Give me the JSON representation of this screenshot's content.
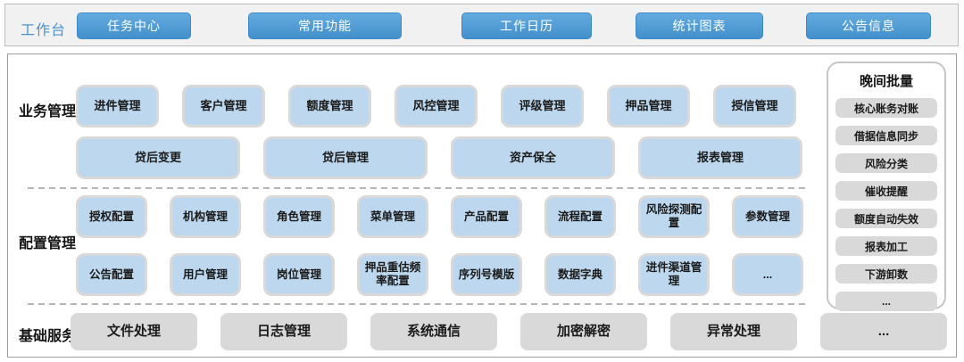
{
  "colors": {
    "accent_blue": "#4a93ce",
    "button_blue": "#4d9bd4",
    "chip_blue": "#bdd7ee",
    "chip_gray": "#d9d9d9"
  },
  "workbench": {
    "label": "工作台",
    "buttons": [
      "任务中心",
      "常用功能",
      "工作日历",
      "统计图表",
      "公告信息"
    ]
  },
  "sections": {
    "business": {
      "label": "业务管理",
      "row1": [
        "进件管理",
        "客户管理",
        "额度管理",
        "风控管理",
        "评级管理",
        "押品管理",
        "授信管理"
      ],
      "row2": [
        "贷后变更",
        "贷后管理",
        "资产保全",
        "报表管理"
      ]
    },
    "config": {
      "label": "配置管理",
      "row1": [
        "授权配置",
        "机构管理",
        "角色管理",
        "菜单管理",
        "产品配置",
        "流程配置",
        "风险探测配置",
        "参数管理"
      ],
      "row2": [
        "公告配置",
        "用户管理",
        "岗位管理",
        "押品重估频率配置",
        "序列号模版",
        "数据字典",
        "进件渠道管理",
        "..."
      ]
    },
    "base": {
      "label": "基础服务",
      "items": [
        "文件处理",
        "日志管理",
        "系统通信",
        "加密解密",
        "异常处理",
        "..."
      ]
    }
  },
  "night_batch": {
    "title": "晚间批量",
    "items": [
      "核心账务对账",
      "借据信息同步",
      "风险分类",
      "催收提醒",
      "额度自动失效",
      "报表加工",
      "下游卸数",
      "..."
    ]
  }
}
